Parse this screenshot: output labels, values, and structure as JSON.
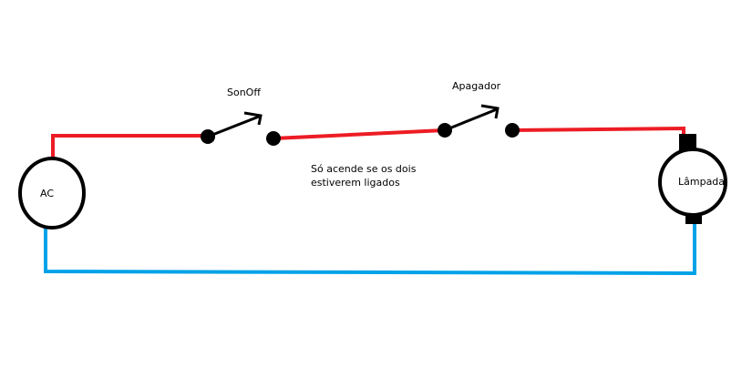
{
  "labels": {
    "sonoff": "SonOff",
    "apagador": "Apagador",
    "ac": "AC",
    "lampada": "Lâmpada",
    "note_line1": "Só acende se os dois",
    "note_line2": "estiverem ligados"
  },
  "colors": {
    "phase_wire": "#ed1c24",
    "neutral_wire": "#00a2e8",
    "outline": "#000000",
    "background": "#ffffff"
  }
}
